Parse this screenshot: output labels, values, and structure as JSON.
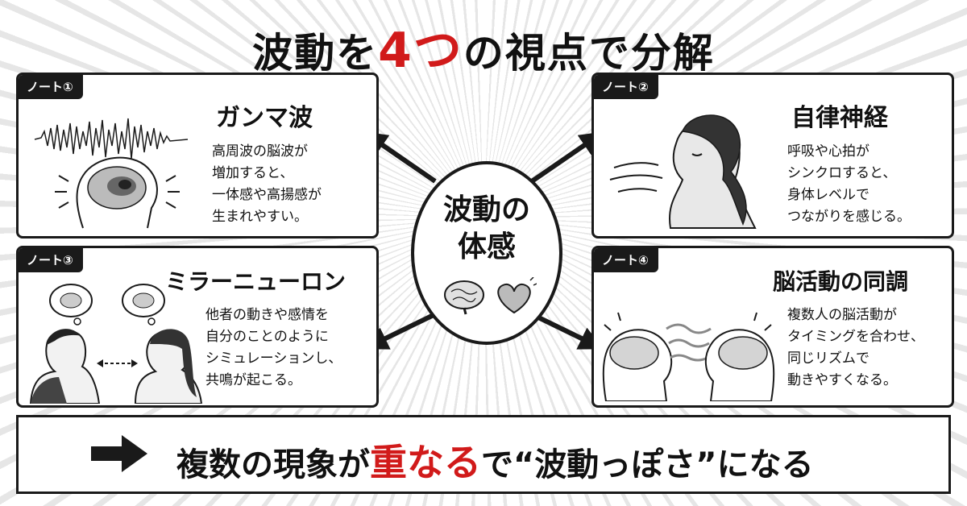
{
  "title": {
    "pre": "波動を",
    "accent": "4つ",
    "post": "の視点で分解"
  },
  "center": {
    "line1": "波動の",
    "line2": "体感"
  },
  "panels": [
    {
      "tag": "ノート①",
      "title": "ガンマ波",
      "lines": [
        "高周波の脳波が",
        "増加すると、",
        "一体感や高揚感が",
        "生まれやすい。"
      ]
    },
    {
      "tag": "ノート②",
      "title": "自律神経",
      "lines": [
        "呼吸や心拍が",
        "シンクロすると、",
        "身体レベルで",
        "つながりを感じる。"
      ]
    },
    {
      "tag": "ノート③",
      "title": "ミラーニューロン",
      "lines": [
        "他者の動きや感情を",
        "自分のことのように",
        "シミュレーションし、",
        "共鳴が起こる。"
      ]
    },
    {
      "tag": "ノート④",
      "title": "脳活動の同調",
      "lines": [
        "複数人の脳活動が",
        "タイミングを合わせ、",
        "同じリズムで",
        "動きやすくなる。"
      ]
    }
  ],
  "bottom": {
    "pre": "複数の現象が",
    "accent": "重なる",
    "post": "で“波動っぽさ”になる"
  },
  "colors": {
    "accent": "#d11a1a",
    "ink": "#1a1a1a"
  }
}
